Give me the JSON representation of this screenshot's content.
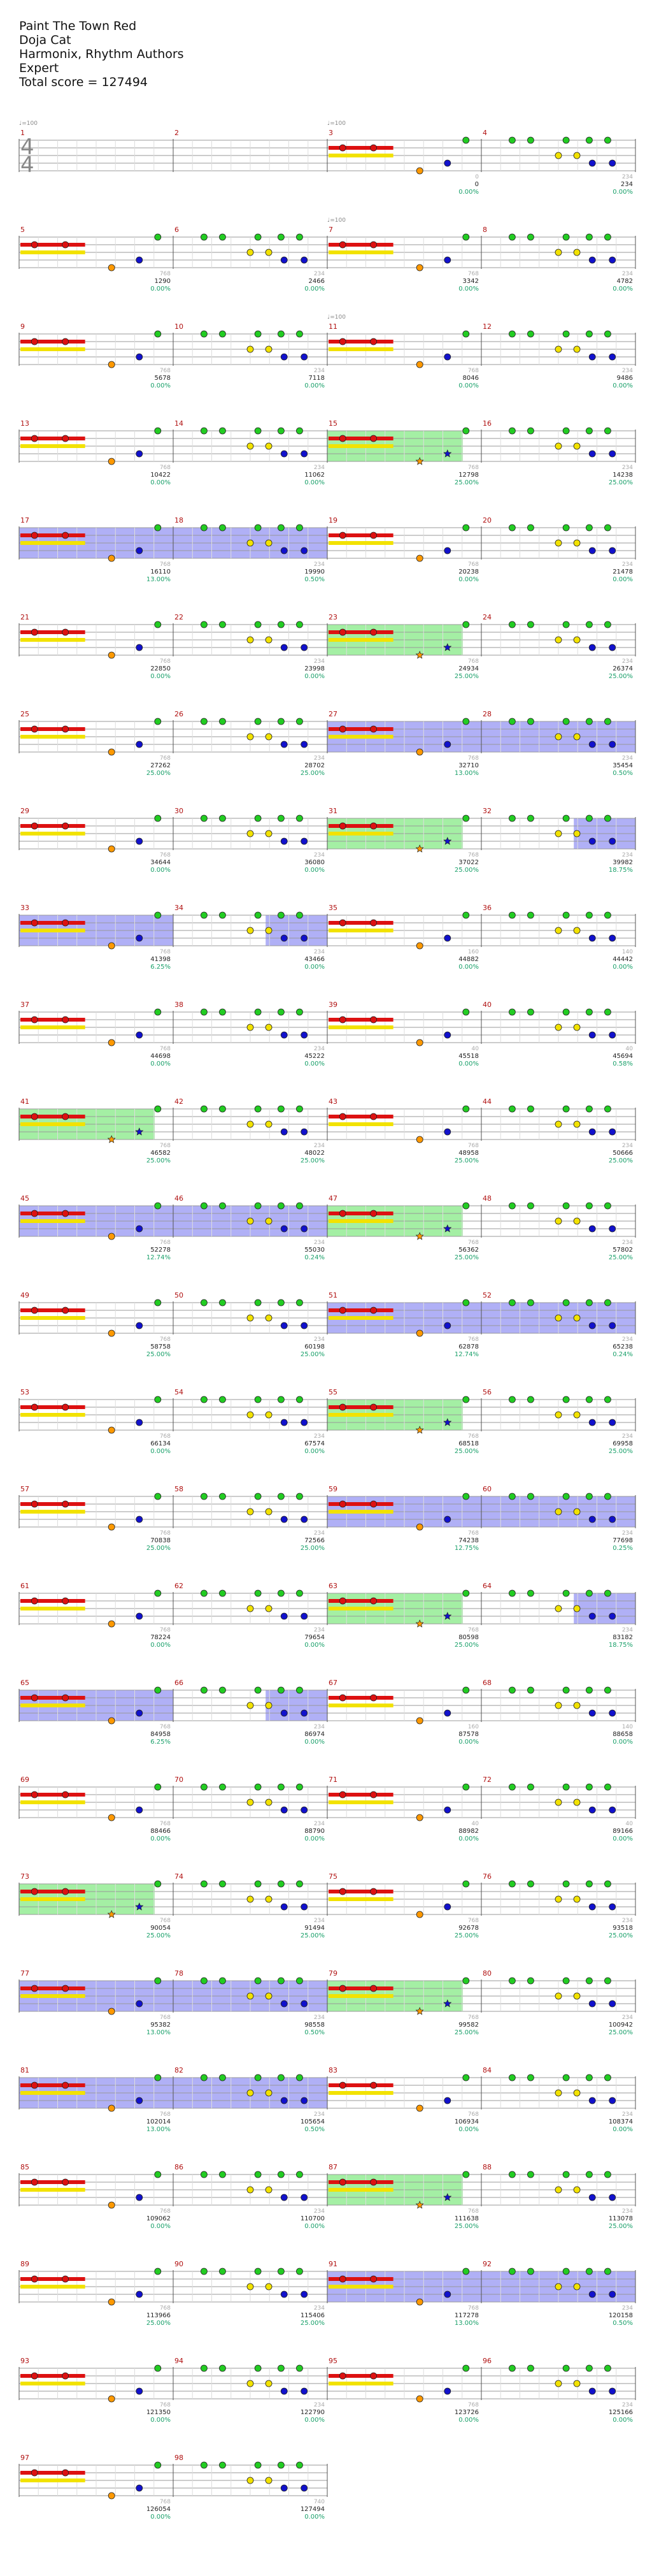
{
  "song": {
    "title": "Paint The Town Red",
    "artist": "Doja Cat",
    "charter": "Harmonix, Rhythm Authors",
    "difficulty": "Expert",
    "total_score": "Total score = 127494"
  },
  "time_signature": {
    "numerator": "4",
    "denominator": "4"
  },
  "bpm_markers": [
    {
      "row": 0,
      "pos": 0,
      "label": "♩=100"
    },
    {
      "row": 0,
      "pos": 2,
      "label": "♩=100"
    },
    {
      "row": 1,
      "pos": 2,
      "label": "♩=100"
    },
    {
      "row": 2,
      "pos": 2,
      "label": "♩=100"
    }
  ],
  "colors": {
    "green": "#22cc22",
    "red": "#dd1111",
    "yellow": "#f2e200",
    "blue": "#1111cc",
    "orange": "#ff9900",
    "star_power": "#7de87d",
    "overdrive": "#7070ee",
    "staff_line": "#999999"
  },
  "measures": [
    {
      "n": "1",
      "tick": "",
      "score": "",
      "pct": "",
      "sp": "",
      "od": ""
    },
    {
      "n": "2",
      "tick": "",
      "score": "",
      "pct": "",
      "sp": "",
      "od": ""
    },
    {
      "n": "3",
      "tick": "0",
      "score": "0",
      "pct": "0.00%",
      "sp": "",
      "od": ""
    },
    {
      "n": "4",
      "tick": "234",
      "score": "234",
      "pct": "0.00%",
      "sp": "",
      "od": ""
    },
    {
      "n": "5",
      "tick": "768",
      "score": "1290",
      "pct": "0.00%",
      "sp": "",
      "od": ""
    },
    {
      "n": "6",
      "tick": "234",
      "score": "2466",
      "pct": "0.00%",
      "sp": "",
      "od": ""
    },
    {
      "n": "7",
      "tick": "768",
      "score": "3342",
      "pct": "0.00%",
      "sp": "",
      "od": ""
    },
    {
      "n": "8",
      "tick": "234",
      "score": "4782",
      "pct": "0.00%",
      "sp": "",
      "od": ""
    },
    {
      "n": "9",
      "tick": "768",
      "score": "5678",
      "pct": "0.00%",
      "sp": "",
      "od": ""
    },
    {
      "n": "10",
      "tick": "234",
      "score": "7118",
      "pct": "0.00%",
      "sp": "",
      "od": ""
    },
    {
      "n": "11",
      "tick": "768",
      "score": "8046",
      "pct": "0.00%",
      "sp": "",
      "od": ""
    },
    {
      "n": "12",
      "tick": "234",
      "score": "9486",
      "pct": "0.00%",
      "sp": "",
      "od": ""
    },
    {
      "n": "13",
      "tick": "768",
      "score": "10422",
      "pct": "0.00%",
      "sp": "",
      "od": ""
    },
    {
      "n": "14",
      "tick": "234",
      "score": "11062",
      "pct": "0.00%",
      "sp": "",
      "od": ""
    },
    {
      "n": "15",
      "tick": "768",
      "score": "12798",
      "pct": "25.00%",
      "sp": "full",
      "od": ""
    },
    {
      "n": "16",
      "tick": "234",
      "score": "14238",
      "pct": "25.00%",
      "sp": "",
      "od": ""
    },
    {
      "n": "17",
      "tick": "768",
      "score": "16110",
      "pct": "13.00%",
      "sp": "",
      "od": "full"
    },
    {
      "n": "18",
      "tick": "234",
      "score": "19990",
      "pct": "0.50%",
      "sp": "",
      "od": "full"
    },
    {
      "n": "19",
      "tick": "768",
      "score": "20238",
      "pct": "0.00%",
      "sp": "",
      "od": ""
    },
    {
      "n": "20",
      "tick": "234",
      "score": "21478",
      "pct": "0.00%",
      "sp": "",
      "od": ""
    },
    {
      "n": "21",
      "tick": "768",
      "score": "22850",
      "pct": "0.00%",
      "sp": "",
      "od": ""
    },
    {
      "n": "22",
      "tick": "234",
      "score": "23998",
      "pct": "0.00%",
      "sp": "",
      "od": ""
    },
    {
      "n": "23",
      "tick": "768",
      "score": "24934",
      "pct": "25.00%",
      "sp": "full",
      "od": ""
    },
    {
      "n": "24",
      "tick": "234",
      "score": "26374",
      "pct": "25.00%",
      "sp": "",
      "od": ""
    },
    {
      "n": "25",
      "tick": "768",
      "score": "27262",
      "pct": "25.00%",
      "sp": "",
      "od": ""
    },
    {
      "n": "26",
      "tick": "234",
      "score": "28702",
      "pct": "25.00%",
      "sp": "",
      "od": ""
    },
    {
      "n": "27",
      "tick": "768",
      "score": "32710",
      "pct": "13.00%",
      "sp": "",
      "od": "full"
    },
    {
      "n": "28",
      "tick": "234",
      "score": "35454",
      "pct": "0.50%",
      "sp": "",
      "od": "full"
    },
    {
      "n": "29",
      "tick": "768",
      "score": "34644",
      "pct": "0.00%",
      "sp": "",
      "od": ""
    },
    {
      "n": "30",
      "tick": "234",
      "score": "36080",
      "pct": "0.00%",
      "sp": "",
      "od": ""
    },
    {
      "n": "31",
      "tick": "768",
      "score": "37022",
      "pct": "25.00%",
      "sp": "full",
      "od": ""
    },
    {
      "n": "32",
      "tick": "234",
      "score": "39982",
      "pct": "18.75%",
      "sp": "",
      "od": "half"
    },
    {
      "n": "33",
      "tick": "768",
      "score": "41398",
      "pct": "6.25%",
      "sp": "",
      "od": "full"
    },
    {
      "n": "34",
      "tick": "234",
      "score": "43466",
      "pct": "0.00%",
      "sp": "",
      "od": "half"
    },
    {
      "n": "35",
      "tick": "160",
      "score": "44882",
      "pct": "0.00%",
      "sp": "",
      "od": ""
    },
    {
      "n": "36",
      "tick": "140",
      "score": "44442",
      "pct": "0.00%",
      "sp": "",
      "od": ""
    },
    {
      "n": "37",
      "tick": "768",
      "score": "44698",
      "pct": "0.00%",
      "sp": "",
      "od": ""
    },
    {
      "n": "38",
      "tick": "234",
      "score": "45222",
      "pct": "0.00%",
      "sp": "",
      "od": ""
    },
    {
      "n": "39",
      "tick": "40",
      "score": "45518",
      "pct": "0.00%",
      "sp": "",
      "od": ""
    },
    {
      "n": "40",
      "tick": "40",
      "score": "45694",
      "pct": "0.58%",
      "sp": "",
      "od": ""
    },
    {
      "n": "41",
      "tick": "768",
      "score": "46582",
      "pct": "25.00%",
      "sp": "full",
      "od": ""
    },
    {
      "n": "42",
      "tick": "234",
      "score": "48022",
      "pct": "25.00%",
      "sp": "",
      "od": ""
    },
    {
      "n": "43",
      "tick": "768",
      "score": "48958",
      "pct": "25.00%",
      "sp": "",
      "od": ""
    },
    {
      "n": "44",
      "tick": "234",
      "score": "50666",
      "pct": "25.00%",
      "sp": "",
      "od": ""
    },
    {
      "n": "45",
      "tick": "768",
      "score": "52278",
      "pct": "12.74%",
      "sp": "",
      "od": "full"
    },
    {
      "n": "46",
      "tick": "234",
      "score": "55030",
      "pct": "0.24%",
      "sp": "",
      "od": "full"
    },
    {
      "n": "47",
      "tick": "768",
      "score": "56362",
      "pct": "25.00%",
      "sp": "full",
      "od": ""
    },
    {
      "n": "48",
      "tick": "234",
      "score": "57802",
      "pct": "25.00%",
      "sp": "",
      "od": ""
    },
    {
      "n": "49",
      "tick": "768",
      "score": "58758",
      "pct": "25.00%",
      "sp": "",
      "od": ""
    },
    {
      "n": "50",
      "tick": "234",
      "score": "60198",
      "pct": "25.00%",
      "sp": "",
      "od": ""
    },
    {
      "n": "51",
      "tick": "768",
      "score": "62878",
      "pct": "12.74%",
      "sp": "",
      "od": "full"
    },
    {
      "n": "52",
      "tick": "234",
      "score": "65238",
      "pct": "0.24%",
      "sp": "",
      "od": "full"
    },
    {
      "n": "53",
      "tick": "768",
      "score": "66134",
      "pct": "0.00%",
      "sp": "",
      "od": ""
    },
    {
      "n": "54",
      "tick": "234",
      "score": "67574",
      "pct": "0.00%",
      "sp": "",
      "od": ""
    },
    {
      "n": "55",
      "tick": "768",
      "score": "68518",
      "pct": "25.00%",
      "sp": "full",
      "od": ""
    },
    {
      "n": "56",
      "tick": "234",
      "score": "69958",
      "pct": "25.00%",
      "sp": "",
      "od": ""
    },
    {
      "n": "57",
      "tick": "768",
      "score": "70838",
      "pct": "25.00%",
      "sp": "",
      "od": ""
    },
    {
      "n": "58",
      "tick": "234",
      "score": "72566",
      "pct": "25.00%",
      "sp": "",
      "od": ""
    },
    {
      "n": "59",
      "tick": "768",
      "score": "74238",
      "pct": "12.75%",
      "sp": "",
      "od": "full"
    },
    {
      "n": "60",
      "tick": "234",
      "score": "77698",
      "pct": "0.25%",
      "sp": "",
      "od": "full"
    },
    {
      "n": "61",
      "tick": "768",
      "score": "78224",
      "pct": "0.00%",
      "sp": "",
      "od": ""
    },
    {
      "n": "62",
      "tick": "234",
      "score": "79654",
      "pct": "0.00%",
      "sp": "",
      "od": ""
    },
    {
      "n": "63",
      "tick": "768",
      "score": "80598",
      "pct": "25.00%",
      "sp": "full",
      "od": ""
    },
    {
      "n": "64",
      "tick": "234",
      "score": "83182",
      "pct": "18.75%",
      "sp": "",
      "od": "half"
    },
    {
      "n": "65",
      "tick": "768",
      "score": "84958",
      "pct": "6.25%",
      "sp": "",
      "od": "full"
    },
    {
      "n": "66",
      "tick": "234",
      "score": "86974",
      "pct": "0.00%",
      "sp": "",
      "od": "half"
    },
    {
      "n": "67",
      "tick": "160",
      "score": "87578",
      "pct": "0.00%",
      "sp": "",
      "od": ""
    },
    {
      "n": "68",
      "tick": "140",
      "score": "88658",
      "pct": "0.00%",
      "sp": "",
      "od": ""
    },
    {
      "n": "69",
      "tick": "768",
      "score": "88466",
      "pct": "0.00%",
      "sp": "",
      "od": ""
    },
    {
      "n": "70",
      "tick": "234",
      "score": "88790",
      "pct": "0.00%",
      "sp": "",
      "od": ""
    },
    {
      "n": "71",
      "tick": "40",
      "score": "88982",
      "pct": "0.00%",
      "sp": "",
      "od": ""
    },
    {
      "n": "72",
      "tick": "40",
      "score": "89166",
      "pct": "0.00%",
      "sp": "",
      "od": ""
    },
    {
      "n": "73",
      "tick": "768",
      "score": "90054",
      "pct": "25.00%",
      "sp": "full",
      "od": ""
    },
    {
      "n": "74",
      "tick": "234",
      "score": "91494",
      "pct": "25.00%",
      "sp": "",
      "od": ""
    },
    {
      "n": "75",
      "tick": "768",
      "score": "92678",
      "pct": "25.00%",
      "sp": "",
      "od": ""
    },
    {
      "n": "76",
      "tick": "234",
      "score": "93518",
      "pct": "25.00%",
      "sp": "",
      "od": ""
    },
    {
      "n": "77",
      "tick": "768",
      "score": "95382",
      "pct": "13.00%",
      "sp": "",
      "od": "full"
    },
    {
      "n": "78",
      "tick": "234",
      "score": "98558",
      "pct": "0.50%",
      "sp": "",
      "od": "full"
    },
    {
      "n": "79",
      "tick": "768",
      "score": "99582",
      "pct": "25.00%",
      "sp": "full",
      "od": ""
    },
    {
      "n": "80",
      "tick": "234",
      "score": "100942",
      "pct": "25.00%",
      "sp": "",
      "od": ""
    },
    {
      "n": "81",
      "tick": "768",
      "score": "102014",
      "pct": "13.00%",
      "sp": "",
      "od": "full"
    },
    {
      "n": "82",
      "tick": "234",
      "score": "105654",
      "pct": "0.50%",
      "sp": "",
      "od": "full"
    },
    {
      "n": "83",
      "tick": "768",
      "score": "106934",
      "pct": "0.00%",
      "sp": "",
      "od": ""
    },
    {
      "n": "84",
      "tick": "234",
      "score": "108374",
      "pct": "0.00%",
      "sp": "",
      "od": ""
    },
    {
      "n": "85",
      "tick": "768",
      "score": "109062",
      "pct": "0.00%",
      "sp": "",
      "od": ""
    },
    {
      "n": "86",
      "tick": "234",
      "score": "110700",
      "pct": "0.00%",
      "sp": "",
      "od": ""
    },
    {
      "n": "87",
      "tick": "768",
      "score": "111638",
      "pct": "25.00%",
      "sp": "full",
      "od": ""
    },
    {
      "n": "88",
      "tick": "234",
      "score": "113078",
      "pct": "25.00%",
      "sp": "",
      "od": ""
    },
    {
      "n": "89",
      "tick": "768",
      "score": "113966",
      "pct": "25.00%",
      "sp": "",
      "od": ""
    },
    {
      "n": "90",
      "tick": "234",
      "score": "115406",
      "pct": "25.00%",
      "sp": "",
      "od": ""
    },
    {
      "n": "91",
      "tick": "768",
      "score": "117278",
      "pct": "13.00%",
      "sp": "",
      "od": "full"
    },
    {
      "n": "92",
      "tick": "234",
      "score": "120158",
      "pct": "0.50%",
      "sp": "",
      "od": "full"
    },
    {
      "n": "93",
      "tick": "768",
      "score": "121350",
      "pct": "0.00%",
      "sp": "",
      "od": ""
    },
    {
      "n": "94",
      "tick": "234",
      "score": "122790",
      "pct": "0.00%",
      "sp": "",
      "od": ""
    },
    {
      "n": "95",
      "tick": "768",
      "score": "123726",
      "pct": "0.00%",
      "sp": "",
      "od": ""
    },
    {
      "n": "96",
      "tick": "234",
      "score": "125166",
      "pct": "0.00%",
      "sp": "",
      "od": ""
    },
    {
      "n": "97",
      "tick": "768",
      "score": "126054",
      "pct": "0.00%",
      "sp": "",
      "od": ""
    },
    {
      "n": "98",
      "tick": "740",
      "score": "127494",
      "pct": "0.00%",
      "sp": "",
      "od": ""
    }
  ]
}
